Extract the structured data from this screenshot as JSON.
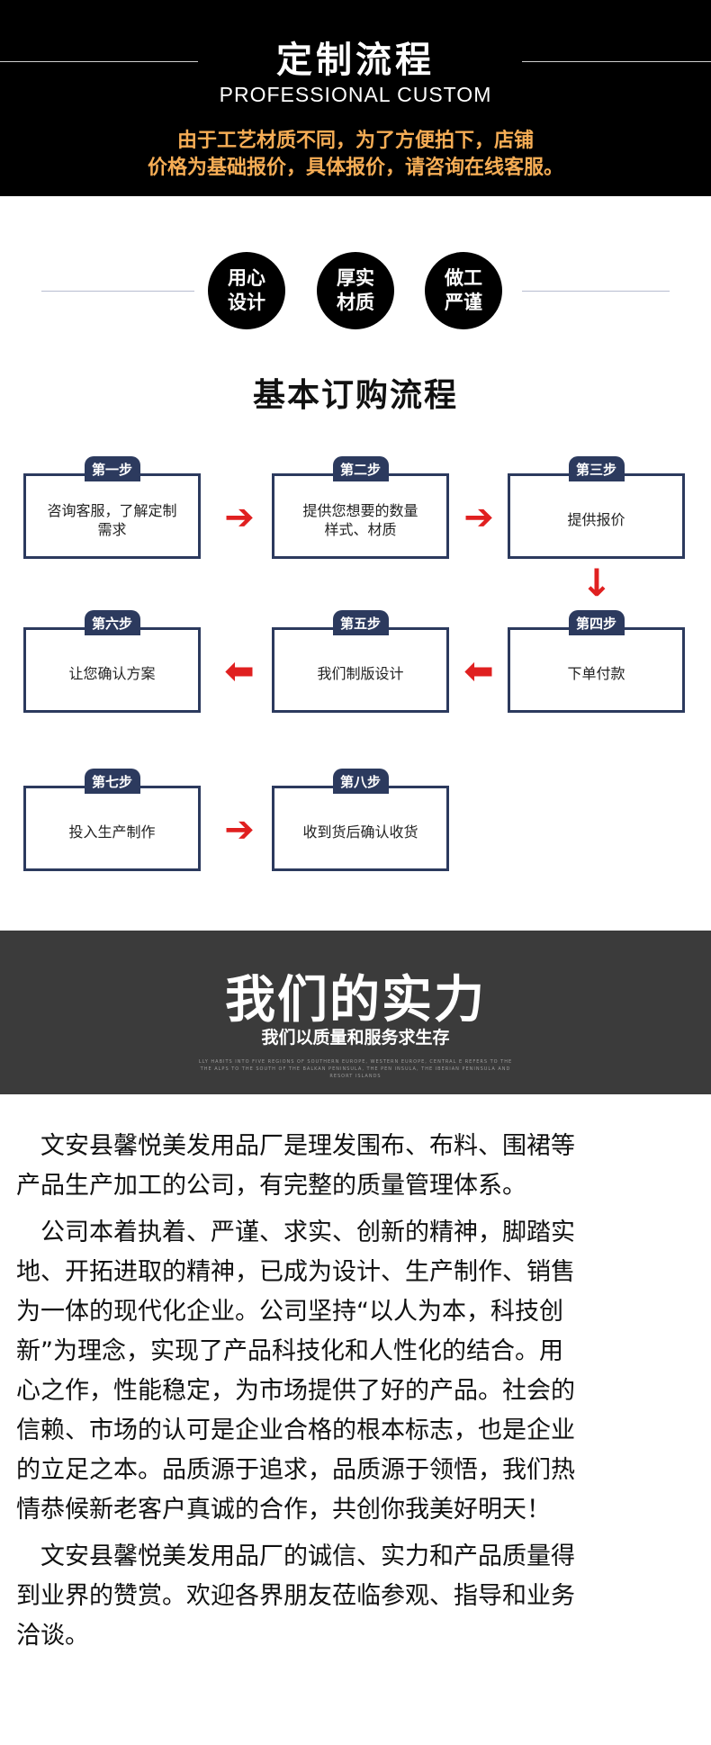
{
  "header": {
    "title": "定制流程",
    "subtitle": "PROFESSIONAL CUSTOM",
    "note_line1": "由于工艺材质不同，为了方便拍下，店铺",
    "note_line2": "价格为基础报价，具体报价，请咨询在线客服。"
  },
  "features": [
    {
      "line1": "用心",
      "line2": "设计"
    },
    {
      "line1": "厚实",
      "line2": "材质"
    },
    {
      "line1": "做工",
      "line2": "严谨"
    }
  ],
  "process": {
    "title": "基本订购流程",
    "steps": [
      {
        "badge": "第一步",
        "line1": "咨询客服，了解定制",
        "line2": "需求"
      },
      {
        "badge": "第二步",
        "line1": "提供您想要的数量",
        "line2": "样式、材质"
      },
      {
        "badge": "第三步",
        "line1": "提供报价",
        "line2": ""
      },
      {
        "badge": "第四步",
        "line1": "下单付款",
        "line2": ""
      },
      {
        "badge": "第五步",
        "line1": "我们制版设计",
        "line2": ""
      },
      {
        "badge": "第六步",
        "line1": "让您确认方案",
        "line2": ""
      },
      {
        "badge": "第七步",
        "line1": "投入生产制作",
        "line2": ""
      },
      {
        "badge": "第八步",
        "line1": "收到货后确认收货",
        "line2": ""
      }
    ],
    "arrows": {
      "right": "➔",
      "left": "⬅",
      "down": "↓"
    }
  },
  "strength": {
    "title": "我们的实力",
    "subtitle": "我们以质量和服务求生存",
    "fine_print": "LLY HABITS INTO FIVE REGIONS OF SOUTHERN EUROPE, WESTERN EUROPE, CENTRAL E REFERS TO THE THE ALPS TO THE SOUTH OF THE BALKAN PENINSULA, THE PEN INSULA, THE IBERIAN PENINSULA AND RESORT ISLANDS"
  },
  "body": {
    "p1_l1": "　文安县馨悦美发用品厂是理发围布、布料、围裙等",
    "p1_l2": "产品生产加工的公司，有完整的质量管理体系。",
    "p2_l1": "　公司本着执着、严谨、求实、创新的精神，脚踏实",
    "p2_l2": "地、开拓进取的精神，已成为设计、生产制作、销售",
    "p2_l3": "为一体的现代化企业。公司坚持“以人为本，科技创",
    "p2_l4": "新”为理念，实现了产品科技化和人性化的结合。用",
    "p2_l5": "心之作，性能稳定，为市场提供了好的产品。社会的",
    "p2_l6": "信赖、市场的认可是企业合格的根本标志，也是企业",
    "p2_l7": "的立足之本。品质源于追求，品质源于领悟，我们热",
    "p2_l8": "情恭候新老客户真诚的合作，共创你我美好明天！",
    "p3_l1": "　文安县馨悦美发用品厂的诚信、实力和产品质量得",
    "p3_l2": "到业界的赞赏。欢迎各界朋友莅临参观、指导和业务",
    "p3_l3": "洽谈。"
  },
  "colors": {
    "header_bg": "#000000",
    "note_orange": "#f6ad55",
    "step_navy": "#2c3a5e",
    "arrow_red": "#e02020",
    "banner_gray": "#3b3b3b"
  }
}
